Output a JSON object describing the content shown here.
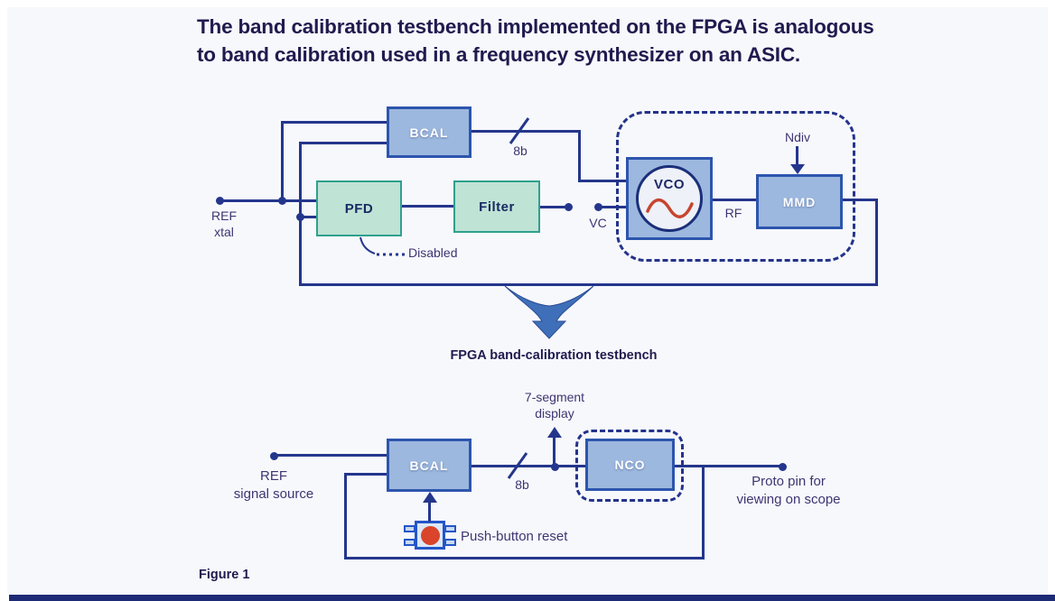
{
  "title": {
    "line1": "The band calibration testbench implemented on the FPGA is analogous",
    "line2": "to band calibration used in a frequency synthesizer on an ASIC."
  },
  "asic_diagram": {
    "bcal_label": "BCAL",
    "bus_width_label": "8b",
    "pfd_label": "PFD",
    "filter_label": "Filter",
    "vco_label": "VCO",
    "mmd_label": "MMD",
    "ref_line1": "REF",
    "ref_line2": "xtal",
    "disabled_label": "Disabled",
    "vc_label": "VC",
    "rf_label": "RF",
    "ndiv_label": "Ndiv"
  },
  "transition": {
    "caption": "FPGA band-calibration testbench"
  },
  "fpga_diagram": {
    "bcal_label": "BCAL",
    "bus_width_label": "8b",
    "nco_label": "NCO",
    "ref_line1": "REF",
    "ref_line2": "signal source",
    "display_line1": "7-segment",
    "display_line2": "display",
    "pushbutton_label": "Push-button reset",
    "proto_line1": "Proto pin for",
    "proto_line2": "viewing on scope"
  },
  "figure_caption": "Figure 1",
  "colors": {
    "line": "#24368c",
    "blue_block_fill": "#9db8de",
    "blue_block_border": "#2d55ad",
    "green_block_fill": "#bfe3d5",
    "green_block_border": "#2fa08e",
    "title_text": "#1f1b4f",
    "label_text": "#3f3472",
    "sine_wave": "#c7452f",
    "button_red": "#d9442a",
    "button_border": "#2456c8",
    "big_arrow": "#3f6fb8",
    "bottom_bar": "#1d2a75"
  }
}
